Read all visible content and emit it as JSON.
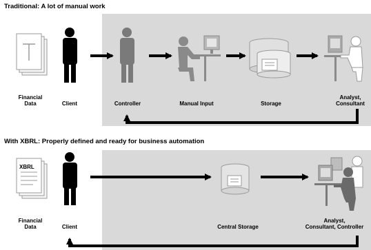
{
  "traditional": {
    "title": "Traditional: A lot of manual work",
    "labels": {
      "financial_data_1": "Financial",
      "financial_data_2": "Data",
      "client": "Client",
      "controller": "Controller",
      "manual_input": "Manual Input",
      "storage": "Storage",
      "analyst_1": "Analyst,",
      "analyst_2": "Consultant"
    }
  },
  "xbrl": {
    "title": "With XBRL: Properly defined and ready for business automation",
    "doc_tag": "XBRL",
    "labels": {
      "financial_data_1": "Financial",
      "financial_data_2": "Data",
      "client": "Client",
      "central_storage": "Central Storage",
      "analyst_1": "Analyst,",
      "analyst_2": "Consultant, Controller"
    }
  },
  "colors": {
    "panel": "#d9d9d9",
    "figure_black": "#000000",
    "figure_gray": "#7a7a7a",
    "figure_light": "#cfcfcf"
  }
}
